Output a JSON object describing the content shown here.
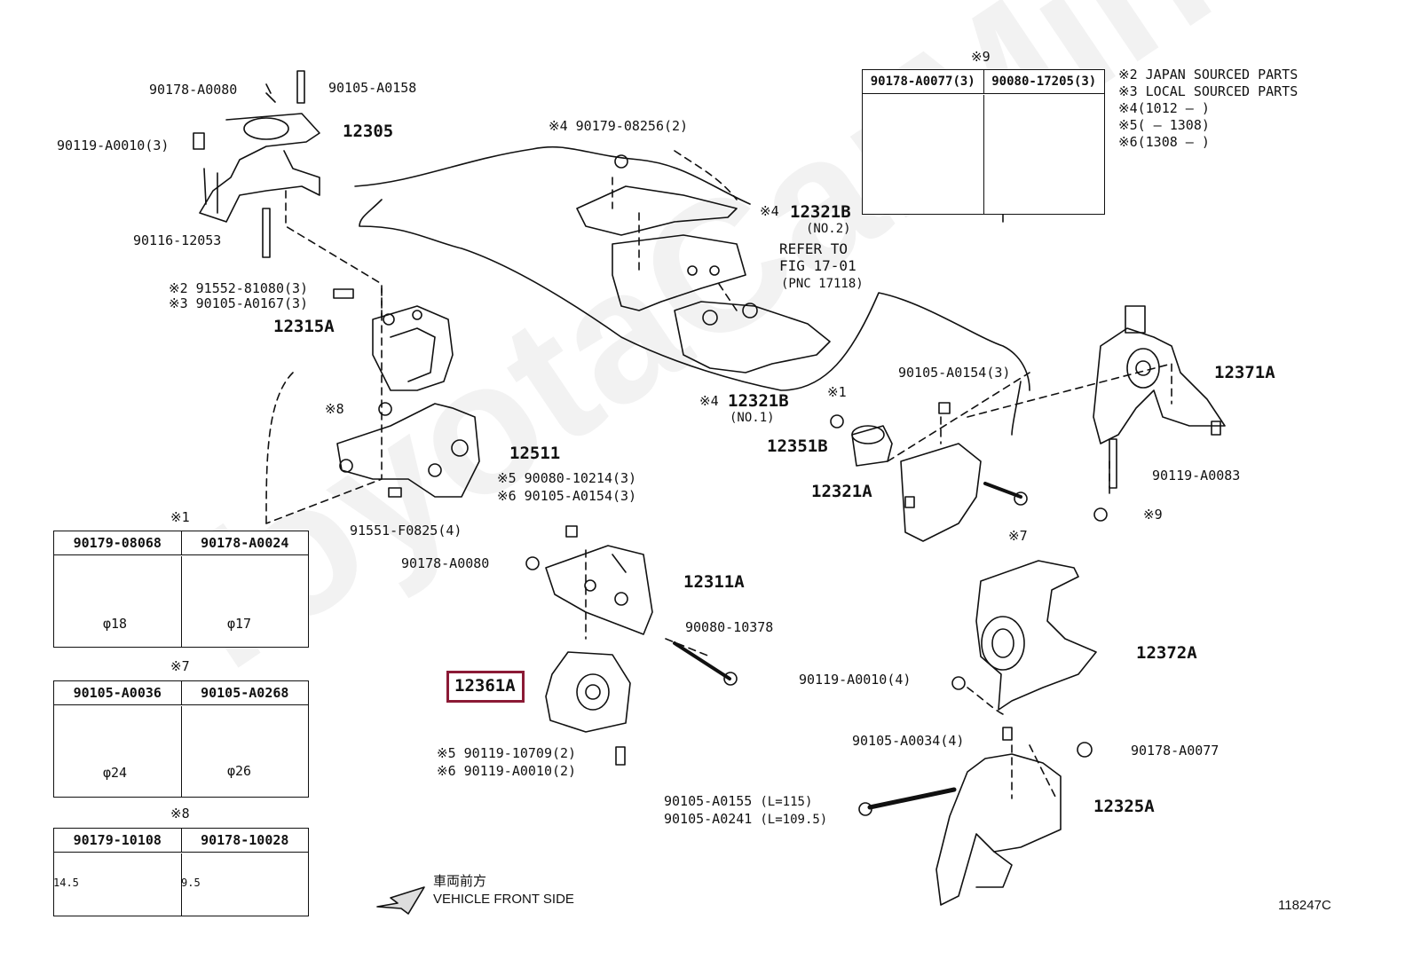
{
  "watermark": "ToyotaCarMine.ru",
  "highlight_part": "12361A",
  "diagram_id": "118247C",
  "front_side": {
    "ja": "車両前方",
    "en": "VEHICLE FRONT SIDE"
  },
  "legend": {
    "mark": "※",
    "items": [
      {
        "num": "2",
        "text": "JAPAN SOURCED PARTS"
      },
      {
        "num": "3",
        "text": "LOCAL SOURCED PARTS"
      },
      {
        "num": "4",
        "text": "(1012 –        )"
      },
      {
        "num": "5",
        "text": "(        – 1308)"
      },
      {
        "num": "6",
        "text": "(1308 –        )"
      }
    ]
  },
  "refer": {
    "line1": "REFER TO",
    "line2": "FIG 17-01",
    "line3": "(PNC 17118)"
  },
  "parts": {
    "p12305": "12305",
    "p12315A": "12315A",
    "p12511": "12511",
    "p12311A": "12311A",
    "p12361A": "12361A",
    "p12321B_no2": "12321B",
    "no2": "(NO.2)",
    "p12321B_no1": "12321B",
    "no1": "(NO.1)",
    "p12351B": "12351B",
    "p12321A": "12321A",
    "p12371A": "12371A",
    "p12372A": "12372A",
    "p12325A": "12325A"
  },
  "fasteners": {
    "f1": "90178-A0080",
    "f2": "90105-A0158",
    "f3": "90119-A0010(3)",
    "f4": "90116-12053",
    "f5": "91552-81080(3)",
    "f6": "90105-A0167(3)",
    "f7": "90179-08256(2)",
    "f8": "90080-10214(3)",
    "f9": "90105-A0154(3)",
    "f10": "91551-F0825(4)",
    "f11": "90178-A0080",
    "f12": "90080-10378",
    "f13": "90119-10709(2)",
    "f14": "90119-A0010(2)",
    "f15": "90105-A0154(3)",
    "f16": "90119-A0083",
    "f17": "90119-A0010(4)",
    "f18": "90105-A0034(4)",
    "f19": "90178-A0077",
    "f20": "90105-A0155",
    "f20b": "(L=115)",
    "f21": "90105-A0241",
    "f21b": "(L=109.5)"
  },
  "marks": {
    "m4a": "4",
    "m2": "2",
    "m3": "3",
    "m8": "8",
    "m4b": "4",
    "m4c": "4",
    "m5a": "5",
    "m6a": "6",
    "m1": "1",
    "m7": "7",
    "m9a": "9",
    "m5b": "5",
    "m6b": "6"
  },
  "tables": {
    "t1": {
      "mark": "1",
      "left": "90179-08068",
      "right": "90178-A0024",
      "dim_left": "φ18",
      "dim_right": "φ17"
    },
    "t7": {
      "mark": "7",
      "left": "90105-A0036",
      "right": "90105-A0268",
      "dim_left": "φ24",
      "dim_right": "φ26"
    },
    "t8": {
      "mark": "8",
      "left": "90179-10108",
      "right": "90178-10028",
      "dim_left": "14.5",
      "dim_right": "9.5"
    },
    "t9": {
      "mark": "9",
      "left": "90178-A0077(3)",
      "right": "90080-17205(3)"
    }
  }
}
